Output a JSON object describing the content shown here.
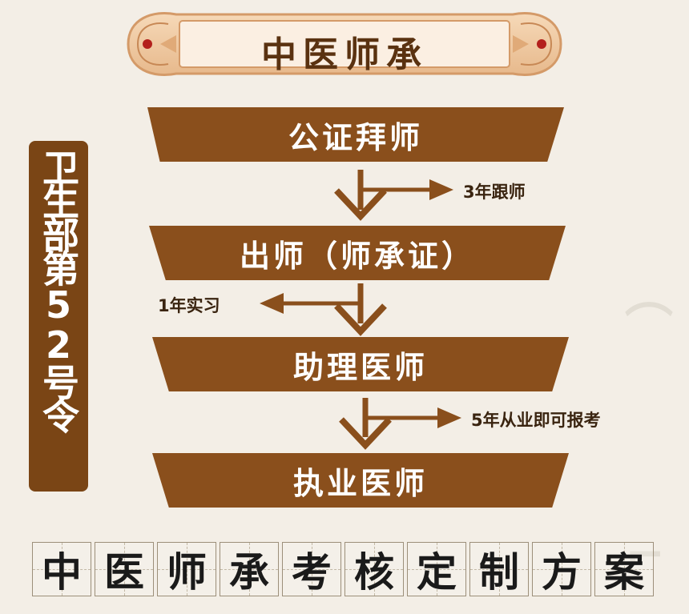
{
  "title": "中医师承",
  "vertical_label": "卫生部第52号令",
  "steps": [
    {
      "label": "公证拜师"
    },
    {
      "label": "出师（师承证）"
    },
    {
      "label": "助理医师"
    },
    {
      "label": "执业医师"
    }
  ],
  "annotations": [
    {
      "text": "3年跟师"
    },
    {
      "text": "1年实习"
    },
    {
      "text": "5年从业即可报考"
    }
  ],
  "bottom_characters": [
    "中",
    "医",
    "师",
    "承",
    "考",
    "核",
    "定",
    "制",
    "方",
    "案"
  ],
  "colors": {
    "background": "#f3eee6",
    "step_fill": "#8a4f1c",
    "badge_fill": "#7a4515",
    "arrow": "#8a4f1c",
    "title_text": "#5a3210",
    "plaque_border": "#d9a677"
  }
}
